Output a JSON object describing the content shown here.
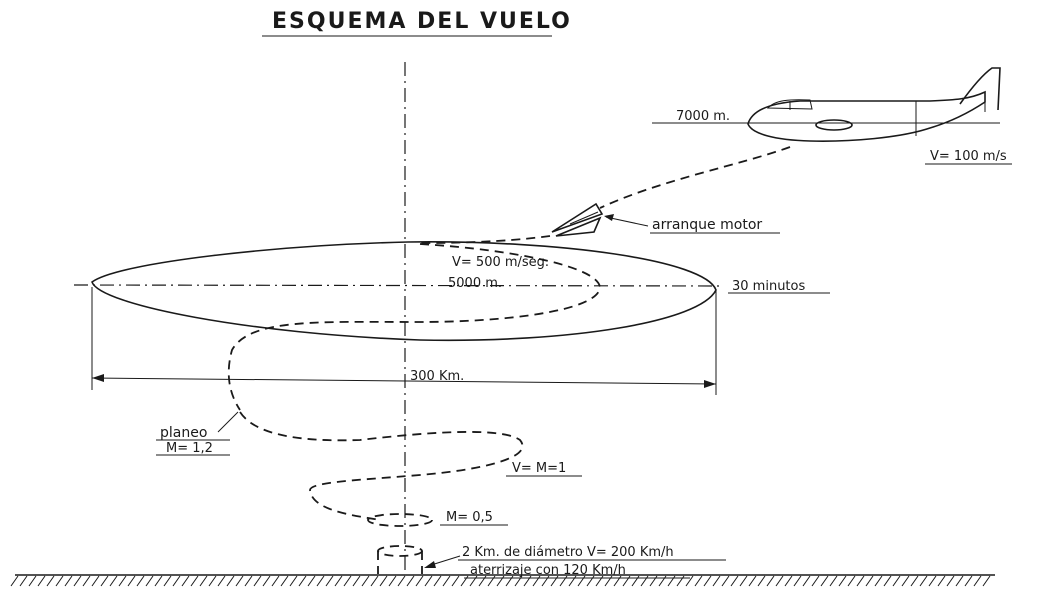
{
  "title": "ESQUEMA DEL VUELO",
  "labels": {
    "altitude_plane": "7000 m.",
    "plane_speed": "V= 100 m/s",
    "engine_start": "arranque motor",
    "climb_speed": "V= 500 m/seg.",
    "cruise_altitude": "5000 m.",
    "cruise_time": "30 minutos",
    "diameter": "300 Km.",
    "glide": "planeo",
    "glide_mach": "M= 1,2",
    "mach_1": "V= M=1",
    "mach_05": "M= 0,5",
    "landing_line1": "2 Km. de diámetro  V= 200 Km/h",
    "landing_line2": "aterrizaje con 120 Km/h"
  }
}
